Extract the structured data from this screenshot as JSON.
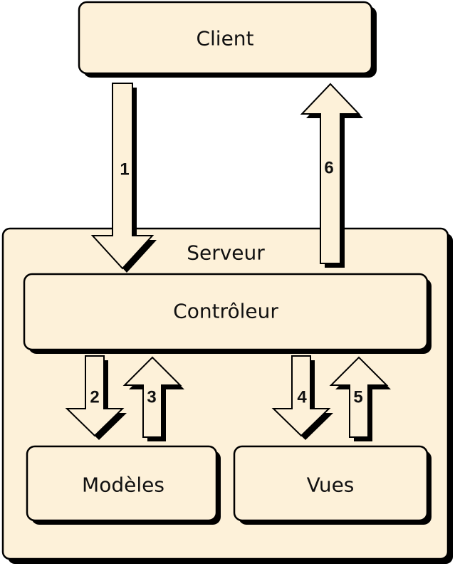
{
  "nodes": {
    "client": "Client",
    "server": "Serveur",
    "controller": "Contrôleur",
    "models": "Modèles",
    "views": "Vues"
  },
  "arrows": {
    "a1": "1",
    "a2": "2",
    "a3": "3",
    "a4": "4",
    "a5": "5",
    "a6": "6"
  },
  "colors": {
    "fill": "#fdf1d9",
    "stroke": "#000000",
    "shadow": "#000000"
  }
}
